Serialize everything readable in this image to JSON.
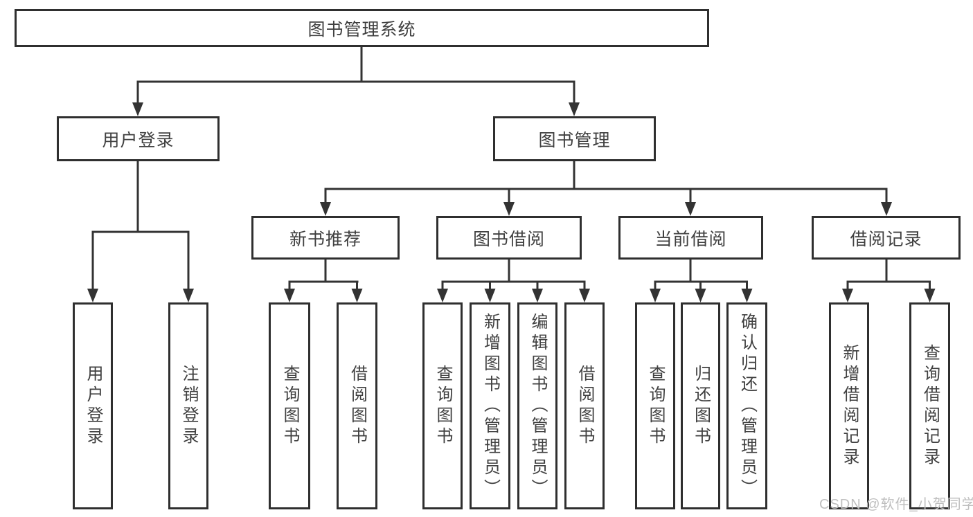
{
  "diagram": {
    "title": "图书管理系统",
    "level2": {
      "user_login": "用户登录",
      "book_management": "图书管理"
    },
    "level3": {
      "new_books": "新书推荐",
      "book_borrowing": "图书借阅",
      "current_borrowing": "当前借阅",
      "borrow_records": "借阅记录"
    },
    "leaves": {
      "user_login": [
        "用户登录",
        "注销登录"
      ],
      "new_books": [
        "查询图书",
        "借阅图书"
      ],
      "book_borrowing": [
        "查询图书",
        "新增图书（管理员）",
        "编辑图书（管理员）",
        "借阅图书"
      ],
      "current_borrowing": [
        "查询图书",
        "归还图书",
        "确认归还（管理员）"
      ],
      "borrow_records": [
        "新增借阅记录",
        "查询借阅记录"
      ]
    },
    "colors": {
      "line": "#333333",
      "box_border": "#2f2f2f",
      "text": "#404040",
      "watermark": "#bfbfbf",
      "background": "#ffffff"
    },
    "watermark": "CSDN @软件_小贺同学"
  }
}
